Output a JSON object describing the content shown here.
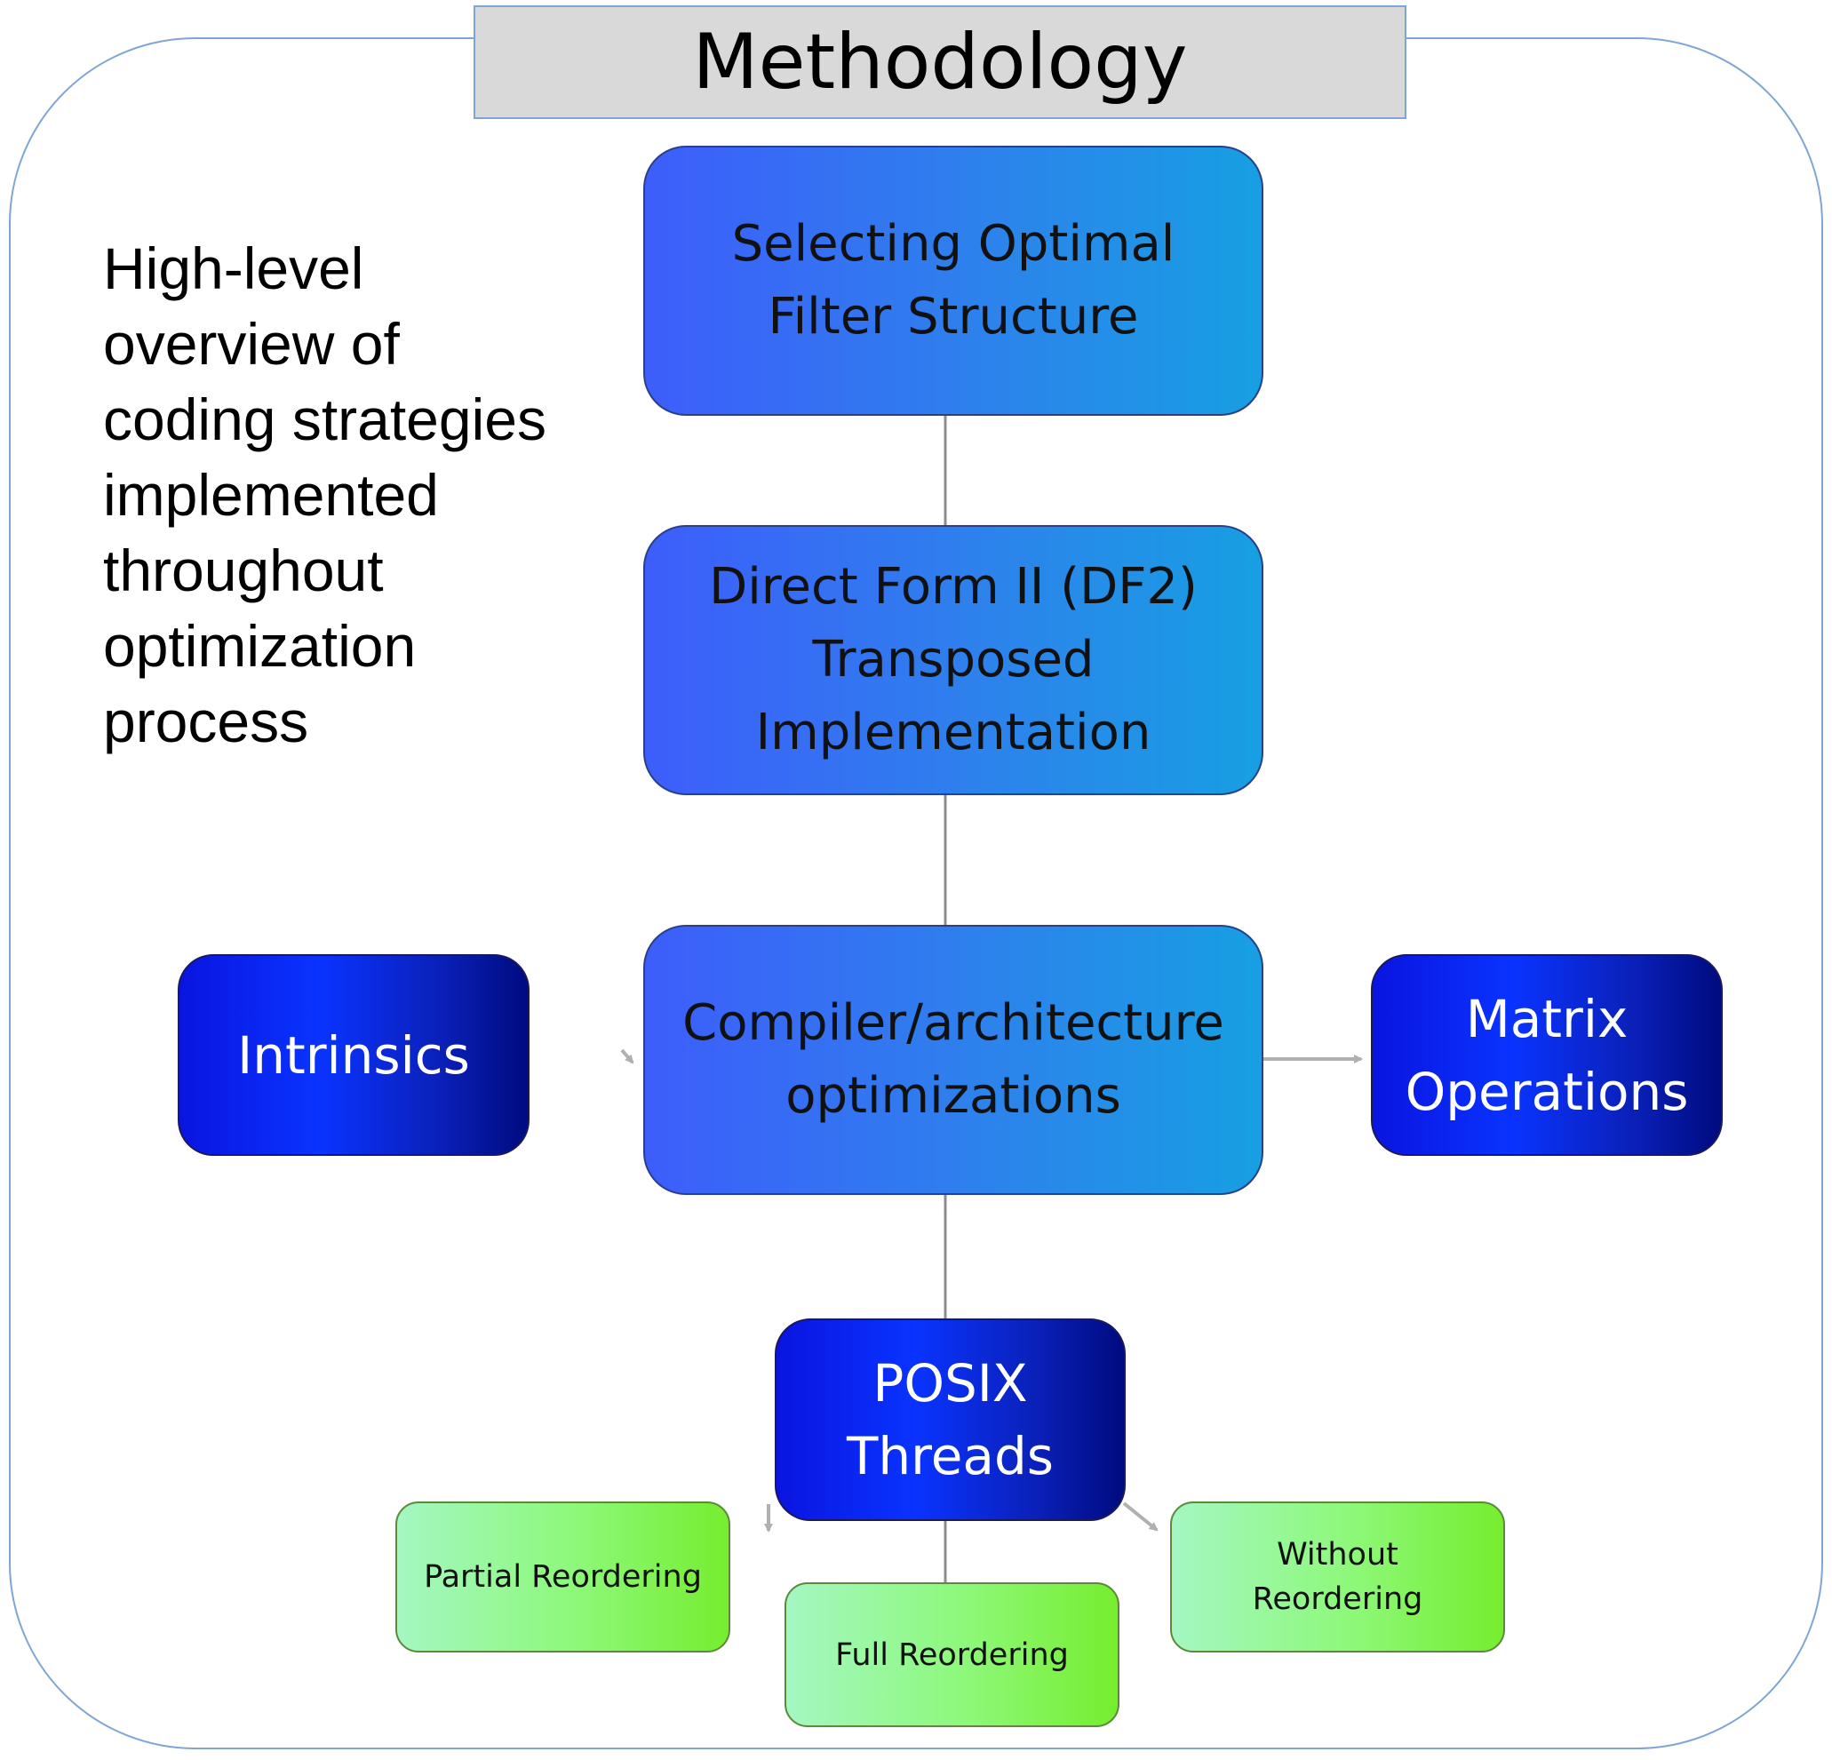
{
  "title": "Methodology",
  "overview": "High-level\noverview of\ncoding strategies\nimplemented\nthroughout\noptimization\nprocess",
  "nodes": {
    "selecting": "Selecting Optimal\nFilter Structure",
    "df2": "Direct Form II (DF2)\nTransposed\nImplementation",
    "compiler": "Compiler/architecture\noptimizations",
    "intrinsics": "Intrinsics",
    "matrix": "Matrix\nOperations",
    "posix": "POSIX\nThreads",
    "partial": "Partial Reordering",
    "full": "Full Reordering",
    "without": "Without\nReordering"
  },
  "colors": {
    "frame_border": "#7fa4d6",
    "title_fill": "#d9d9d9",
    "main_node_start": "#3d5dfb",
    "main_node_end": "#179fe2",
    "dark_node_start": "#0a14e0",
    "dark_node_end": "#000b80",
    "green_node_start": "#a4f7c2",
    "green_node_end": "#76ed2f",
    "connector": "#8c8c8c",
    "arrow": "#b0b0b0"
  }
}
